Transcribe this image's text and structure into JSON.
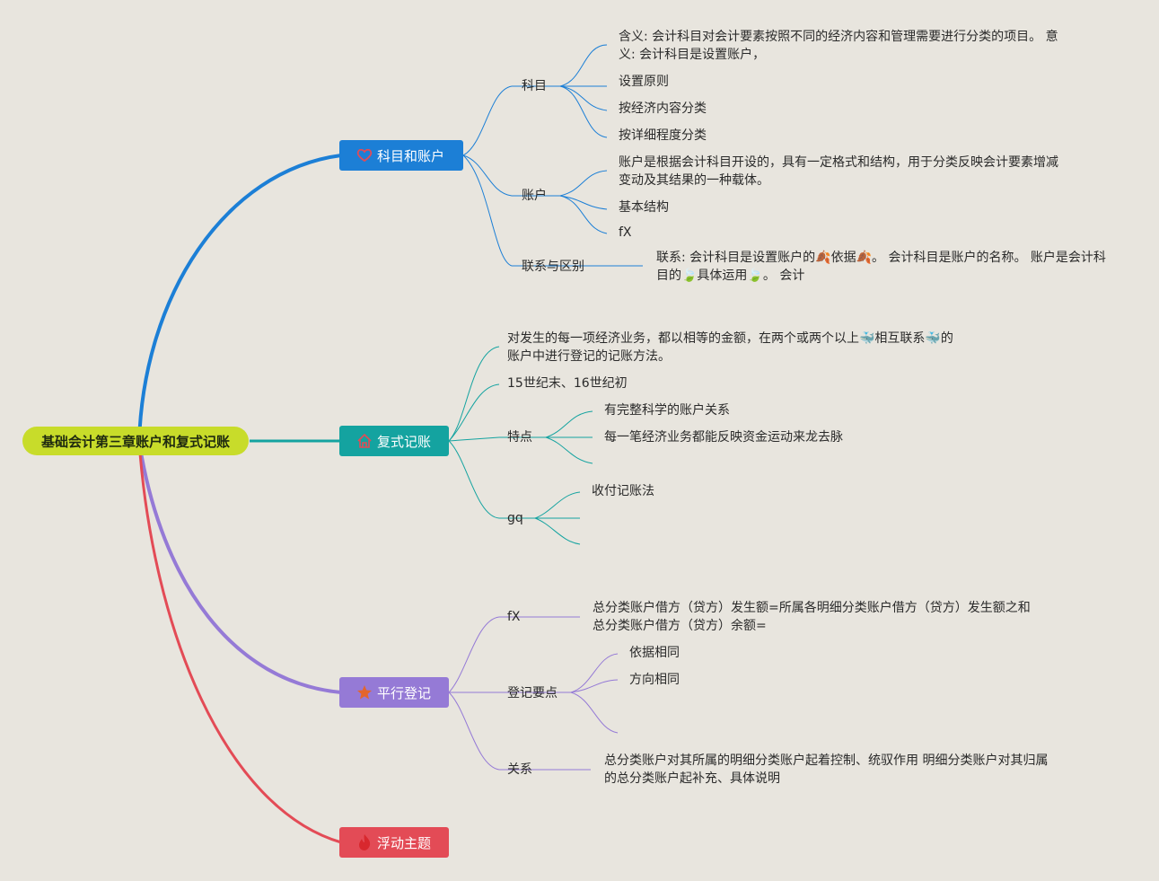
{
  "root": {
    "label": "基础会计第三章账户和复式记账"
  },
  "colors": {
    "branch1": "#1c7fd6",
    "branch2": "#14a3a0",
    "branch3": "#957ad6",
    "branch4": "#e34b56",
    "root": "#c8dc2a",
    "background": "#e8e5de"
  },
  "branches": [
    {
      "label": "科目和账户",
      "icon": "heart-icon",
      "children": [
        {
          "label": "科目",
          "children": [
            "含义: 会计科目对会计要素按照不同的经济内容和管理需要进行分类的项目。 意义: 会计科目是设置账户，",
            "设置原则",
            "按经济内容分类",
            "按详细程度分类"
          ]
        },
        {
          "label": "账户",
          "children": [
            "账户是根据会计科目开设的，具有一定格式和结构，用于分类反映会计要素增减变动及其结果的一种载体。",
            "基本结构",
            "fX"
          ]
        },
        {
          "label": "联系与区别",
          "children": [
            "联系: 会计科目是设置账户的🍂依据🍂。 会计科目是账户的名称。 账户是会计科目的🍃具体运用🍃。 会计"
          ]
        }
      ]
    },
    {
      "label": "复式记账",
      "icon": "home-icon",
      "children": [
        {
          "label": "对发生的每一项经济业务，都以相等的金额，在两个或两个以上🐳相互联系🐳的账户中进行登记的记账方法。"
        },
        {
          "label": "15世纪末、16世纪初"
        },
        {
          "label": "特点",
          "children": [
            "有完整科学的账户关系",
            "每一笔经济业务都能反映资金运动来龙去脉",
            ""
          ]
        },
        {
          "label": "gq",
          "children": [
            "收付记账法",
            "",
            ""
          ]
        }
      ]
    },
    {
      "label": "平行登记",
      "icon": "star-icon",
      "children": [
        {
          "label": "fX",
          "children": [
            "总分类账户借方（贷方）发生额=所属各明细分类账户借方（贷方）发生额之和 总分类账户借方（贷方）余额="
          ]
        },
        {
          "label": "登记要点",
          "children": [
            "依据相同",
            "方向相同",
            ""
          ]
        },
        {
          "label": "关系",
          "children": [
            "总分类账户对其所属的明细分类账户起着控制、统驭作用 明细分类账户对其归属的总分类账户起补充、具体说明"
          ]
        }
      ]
    },
    {
      "label": "浮动主题",
      "icon": "fire-icon",
      "children": []
    }
  ]
}
